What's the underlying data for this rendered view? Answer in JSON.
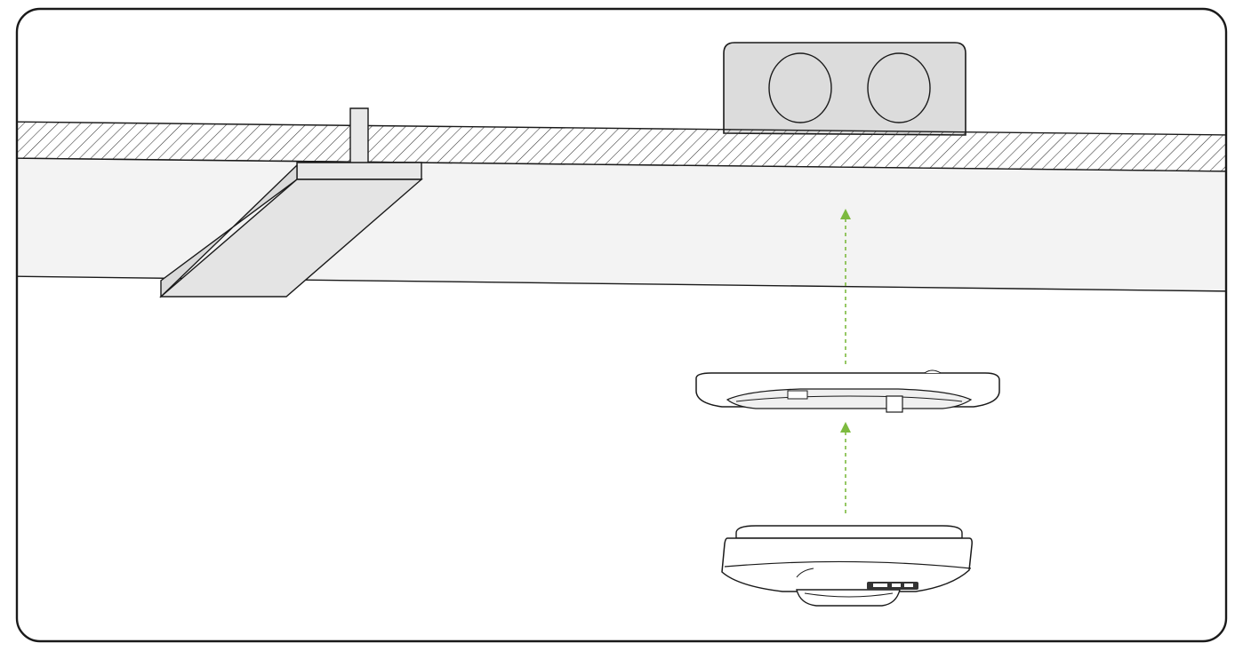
{
  "diagram": {
    "kind": "ceiling-mount-installation",
    "components": [
      {
        "id": "junction-box",
        "icon": "electrical-box-icon"
      },
      {
        "id": "ceiling-tile",
        "icon": "hatched-ceiling-icon"
      },
      {
        "id": "t-bar-rail",
        "icon": "rail-bracket-icon"
      },
      {
        "id": "mounting-bracket",
        "icon": "mount-ring-icon"
      },
      {
        "id": "access-point",
        "icon": "device-dome-icon"
      }
    ],
    "arrows": [
      {
        "from": "mounting-bracket",
        "to": "ceiling-tile"
      },
      {
        "from": "access-point",
        "to": "mounting-bracket"
      }
    ]
  },
  "colors": {
    "outline": "#1a1a1a",
    "panel_fill": "#e4e4e4",
    "surface_fill": "#f3f3f3",
    "box_fill": "#dcdcdc",
    "arrow": "#7dba3f",
    "device_fill": "#ffffff"
  }
}
